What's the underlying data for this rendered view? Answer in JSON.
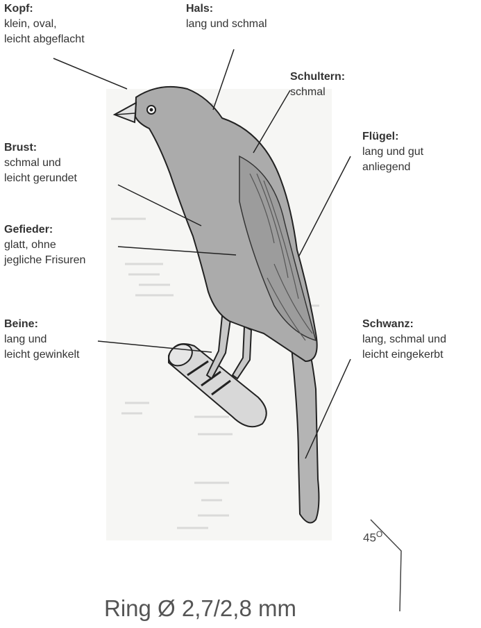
{
  "labels": {
    "kopf": {
      "title": "Kopf:",
      "desc": "klein, oval,\nleicht abgeflacht"
    },
    "hals": {
      "title": "Hals:",
      "desc": "lang und schmal"
    },
    "schultern": {
      "title": "Schultern:",
      "desc": "schmal"
    },
    "fluegel": {
      "title": "Flügel:",
      "desc": "lang und gut\nanliegend"
    },
    "brust": {
      "title": "Brust:",
      "desc": "schmal und\nleicht gerundet"
    },
    "gefieder": {
      "title": "Gefieder:",
      "desc": "glatt, ohne\njegliche Frisuren"
    },
    "beine": {
      "title": "Beine:",
      "desc": "lang und\nleicht gewinkelt"
    },
    "schwanz": {
      "title": "Schwanz:",
      "desc": "lang, schmal und\nleicht eingekerbt"
    }
  },
  "angle": {
    "value": "45",
    "unit": "O"
  },
  "ring": "Ring Ø 2,7/2,8 mm"
}
